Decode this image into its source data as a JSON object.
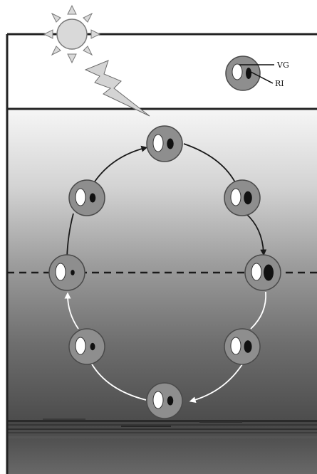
{
  "legend": {
    "vg_label": "VG",
    "ri_label": "RI"
  },
  "icons": {
    "sun": "sun-icon",
    "lightning": "lightning-bolt-icon"
  },
  "colors": {
    "cell_fill": "#8e8e8e",
    "cell_stroke": "#4a4a4a",
    "vacuole_fill": "#ffffff",
    "inclusion_fill": "#111111",
    "arrow_dark": "#1a1a1a",
    "arrow_light": "#ffffff",
    "sun_fill": "#d9d9d9",
    "bolt_fill": "#d4d4d4",
    "frame": "#222222"
  },
  "cycle": {
    "stages": [
      {
        "stage": 1,
        "ri_size": 0.55
      },
      {
        "stage": 2,
        "ri_size": 0.75
      },
      {
        "stage": 3,
        "ri_size": 1.0
      },
      {
        "stage": 4,
        "ri_size": 0.7
      },
      {
        "stage": 5,
        "ri_size": 0.45
      },
      {
        "stage": 6,
        "ri_size": 0.3
      },
      {
        "stage": 7,
        "ri_size": 0.15
      },
      {
        "stage": 8,
        "ri_size": 0.45
      }
    ]
  }
}
